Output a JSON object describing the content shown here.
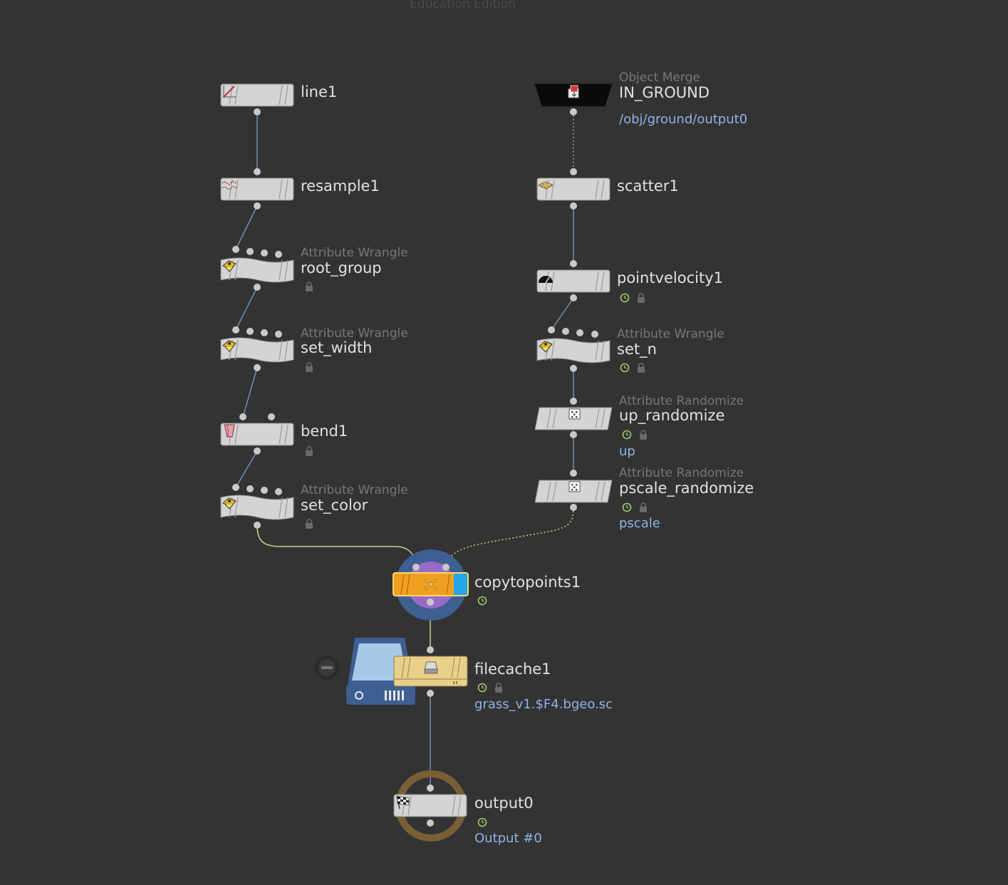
{
  "watermark": "Education Edition",
  "colors": {
    "background": "#333333",
    "wire": "#6f8fb8",
    "wire_highlight": "#cfcf8f",
    "param_text": "#8fb3e8",
    "node_body": "#d4d4d4",
    "copytopoints_body": "#f0a020",
    "copytopoints_display": "#22a8e8",
    "filecache_body": "#e8d08a",
    "output_ring": "#7a5f35",
    "flag_green": "#9fc86a"
  },
  "nodes": {
    "line1": {
      "name": "line1",
      "icon": "line-icon"
    },
    "resample1": {
      "name": "resample1",
      "icon": "resample-icon"
    },
    "root_group": {
      "type": "Attribute Wrangle",
      "name": "root_group",
      "icon": "wrangle-icon"
    },
    "set_width": {
      "type": "Attribute Wrangle",
      "name": "set_width",
      "icon": "wrangle-icon"
    },
    "bend1": {
      "name": "bend1",
      "icon": "bend-icon"
    },
    "set_color": {
      "type": "Attribute Wrangle",
      "name": "set_color",
      "icon": "wrangle-icon"
    },
    "in_ground": {
      "type": "Object Merge",
      "name": "IN_GROUND",
      "param": "/obj/ground/output0",
      "icon": "object-merge-icon"
    },
    "scatter1": {
      "name": "scatter1",
      "icon": "scatter-icon"
    },
    "pointvelocity1": {
      "name": "pointvelocity1",
      "icon": "pointvelocity-icon"
    },
    "set_n": {
      "type": "Attribute Wrangle",
      "name": "set_n",
      "icon": "wrangle-icon"
    },
    "up_randomize": {
      "type": "Attribute Randomize",
      "name": "up_randomize",
      "param": "up",
      "icon": "randomize-icon"
    },
    "pscale_randomize": {
      "type": "Attribute Randomize",
      "name": "pscale_randomize",
      "param": "pscale",
      "icon": "randomize-icon"
    },
    "copytopoints1": {
      "name": "copytopoints1",
      "icon": "copytopoints-icon"
    },
    "filecache1": {
      "name": "filecache1",
      "param": "grass_v1.$F4.bgeo.sc",
      "icon": "filecache-icon"
    },
    "output0": {
      "name": "output0",
      "param": "Output #0",
      "icon": "checkered-flag-icon"
    }
  }
}
